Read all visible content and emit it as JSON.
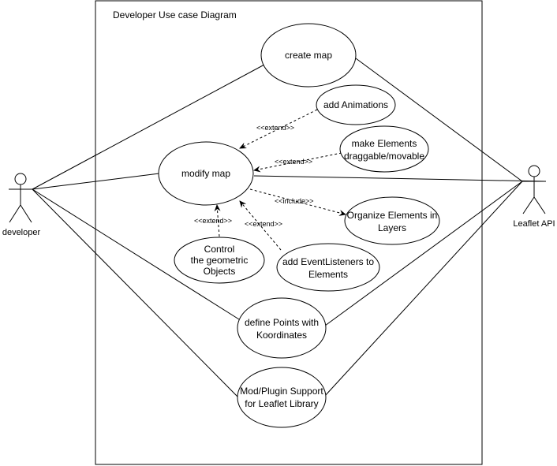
{
  "system": {
    "title": "Developer Use case Diagram"
  },
  "actors": {
    "developer": {
      "label": "developer"
    },
    "leaflet": {
      "label": "Leaflet API"
    }
  },
  "use_cases": {
    "create_map": {
      "lines": [
        "create map"
      ]
    },
    "add_animations": {
      "lines": [
        "add  Animations"
      ]
    },
    "make_draggable": {
      "lines": [
        "make Elements",
        "draggable/movable"
      ]
    },
    "modify_map": {
      "lines": [
        "modify map"
      ]
    },
    "organize_layers": {
      "lines": [
        "Organize Elements in",
        "Layers"
      ]
    },
    "control_geometric": {
      "lines": [
        "Control",
        "the geometric",
        "Objects"
      ]
    },
    "event_listeners": {
      "lines": [
        "add EventListeners to",
        "Elements"
      ]
    },
    "define_points": {
      "lines": [
        "define Points with",
        "Koordinates"
      ]
    },
    "plugin_support": {
      "lines": [
        "Mod/Plugin Support",
        "for Leaflet Library"
      ]
    }
  },
  "relation_labels": {
    "extend": "<<extend>>",
    "include": "<<include>>"
  }
}
